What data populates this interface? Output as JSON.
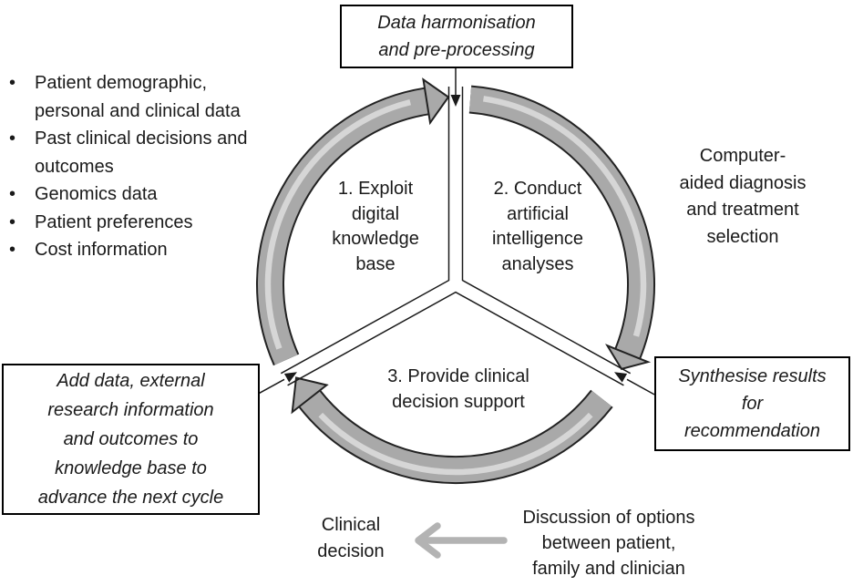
{
  "colors": {
    "background": "#ffffff",
    "text": "#1a1a1a",
    "arc_fill": "#a9a9a9",
    "arc_highlight": "#d6d6d6",
    "arc_outline": "#222222",
    "flow_arrow_gray": "#b3b3b3",
    "box_border": "#000000"
  },
  "input_list": {
    "items": [
      "Patient demographic,\npersonal and clinical data",
      "Past clinical decisions and\noutcomes",
      "Genomics data",
      "Patient preferences",
      "Cost information"
    ]
  },
  "boxes": {
    "top_label": "Data harmonisation\nand pre-processing",
    "right_label": "Synthesise results\nfor\nrecommendation",
    "left_label": "Add data, external\nresearch information\nand outcomes to\nknowledge base to\nadvance the next cycle"
  },
  "cycle": {
    "step1_label": "1. Exploit\ndigital\nknowledge\nbase",
    "step2_label": "2. Conduct\nartificial\nintelligence\nanalyses",
    "step3_label": "3. Provide clinical\ndecision support"
  },
  "notes": {
    "computer_aided": "Computer-\naided diagnosis\nand treatment\nselection",
    "clinical_decision": "Clinical\ndecision",
    "discussion": "Discussion of options\nbetween patient,\nfamily and clinician"
  }
}
